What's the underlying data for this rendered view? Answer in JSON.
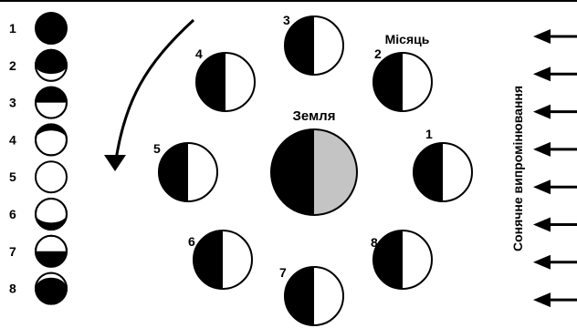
{
  "phase_list": [
    {
      "number": "1",
      "shape": "new-moon"
    },
    {
      "number": "2",
      "shape": "waxing-crescent"
    },
    {
      "number": "3",
      "shape": "first-quarter"
    },
    {
      "number": "4",
      "shape": "waxing-gibbous"
    },
    {
      "number": "5",
      "shape": "full-moon"
    },
    {
      "number": "6",
      "shape": "waning-gibbous"
    },
    {
      "number": "7",
      "shape": "last-quarter"
    },
    {
      "number": "8",
      "shape": "waning-crescent"
    }
  ],
  "orbit": {
    "earth_label": "Земля",
    "moon_label": "Місяць",
    "moon_numbers": [
      "1",
      "2",
      "3",
      "4",
      "5",
      "6",
      "7",
      "8"
    ]
  },
  "sunlight": {
    "label": "Сонячне випромінювання",
    "arrow_count": 8
  },
  "colors": {
    "dark": "#000000",
    "lit": "#ffffff",
    "earth_lit": "#c4c4c4"
  }
}
